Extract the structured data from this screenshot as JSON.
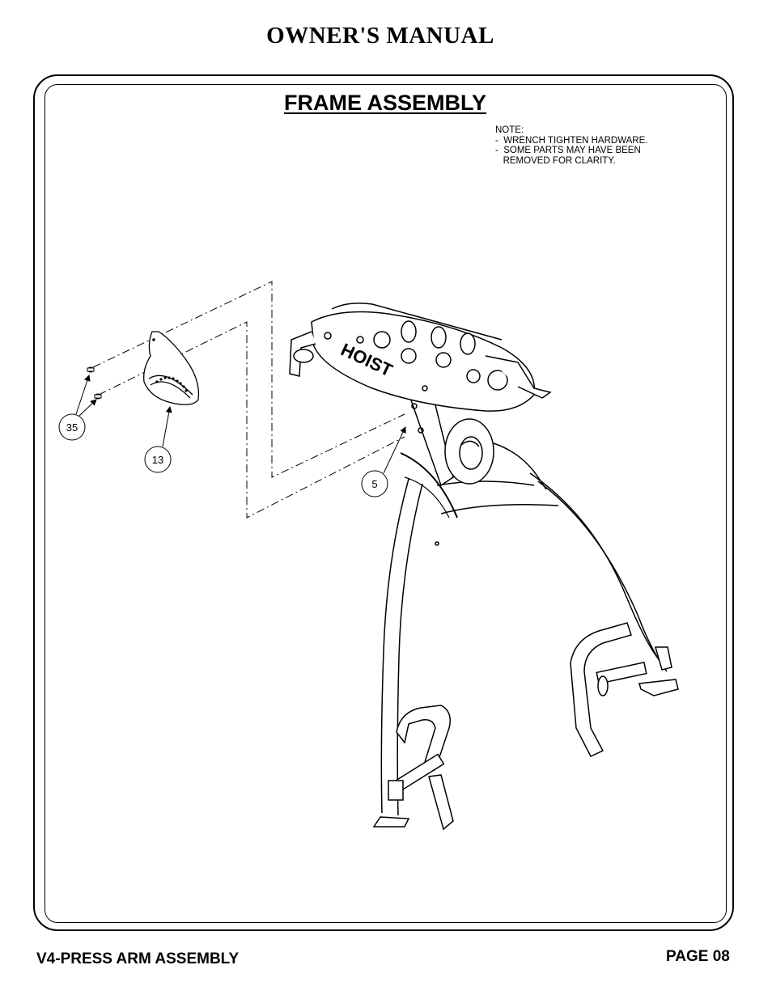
{
  "header": {
    "title": "OWNER'S MANUAL"
  },
  "section": {
    "title": "FRAME ASSEMBLY"
  },
  "note": {
    "lines": [
      "NOTE:",
      "-  WRENCH TIGHTEN HARDWARE.",
      "-  SOME PARTS MAY HAVE BEEN",
      "   REMOVED FOR CLARITY."
    ]
  },
  "drawing": {
    "brand_logo": "HOIST",
    "callouts": [
      {
        "label": "35",
        "part": "screw"
      },
      {
        "label": "13",
        "part": "shroud"
      },
      {
        "label": "5",
        "part": "frame"
      }
    ]
  },
  "footer": {
    "left": "V4-PRESS ARM ASSEMBLY",
    "right": "PAGE 08"
  }
}
